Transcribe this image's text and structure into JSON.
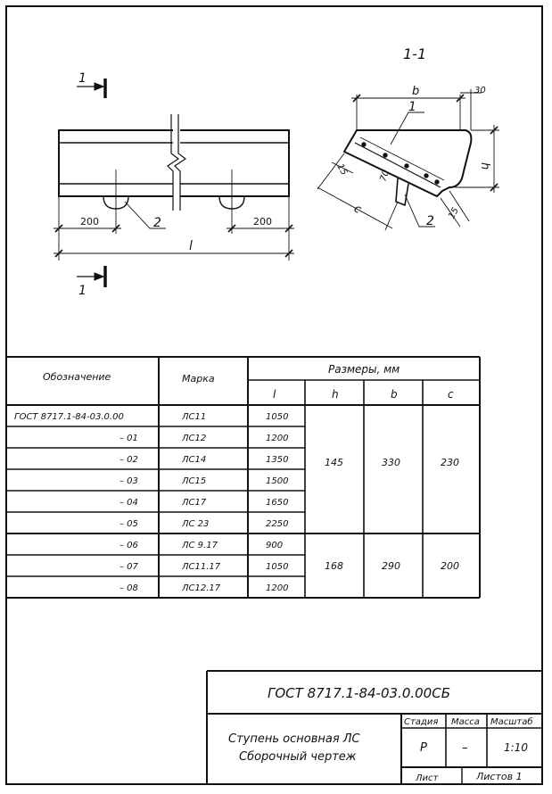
{
  "drawing": {
    "section_label": "1-1",
    "cut_mark_top": "1",
    "cut_mark_bottom": "1",
    "dims": {
      "left_200": "200",
      "right_200": "200",
      "length": "l",
      "b": "b",
      "h": "h",
      "c": "c",
      "d30": "30",
      "d15a": "15",
      "d15b": "15",
      "d70": "70"
    },
    "callouts": {
      "pos1": "1",
      "pos2_front": "2",
      "pos2_section": "2"
    }
  },
  "table": {
    "head": {
      "designation": "Обозначение",
      "mark": "Марка",
      "sizes": "Размеры, мм",
      "l": "l",
      "h": "h",
      "b": "b",
      "c": "c"
    },
    "rows": [
      {
        "designation": "ГОСТ 8717.1-84-03.0.00",
        "mark": "ЛС11",
        "l": "1050"
      },
      {
        "designation": "– 01",
        "mark": "ЛС12",
        "l": "1200"
      },
      {
        "designation": "– 02",
        "mark": "ЛС14",
        "l": "1350"
      },
      {
        "designation": "– 03",
        "mark": "ЛС15",
        "l": "1500"
      },
      {
        "designation": "– 04",
        "mark": "ЛС17",
        "l": "1650"
      },
      {
        "designation": "– 05",
        "mark": "ЛС 23",
        "l": "2250"
      },
      {
        "designation": "– 06",
        "mark": "ЛС 9.17",
        "l": "900"
      },
      {
        "designation": "– 07",
        "mark": "ЛС11.17",
        "l": "1050"
      },
      {
        "designation": "– 08",
        "mark": "ЛС12.17",
        "l": "1200"
      }
    ],
    "group1": {
      "h": "145",
      "b": "330",
      "c": "230"
    },
    "group2": {
      "h": "168",
      "b": "290",
      "c": "200"
    }
  },
  "title_block": {
    "doc_code": "ГОСТ 8717.1-84-03.0.00СБ",
    "name_line1": "Ступень основная ЛС",
    "name_line2": "Сборочный чертеж",
    "stage_label": "Стадия",
    "mass_label": "Масса",
    "scale_label": "Масштаб",
    "stage_value": "Р",
    "mass_value": "–",
    "scale_value": "1:10",
    "sheet_label": "Лист",
    "sheets_label": "Листов 1"
  }
}
